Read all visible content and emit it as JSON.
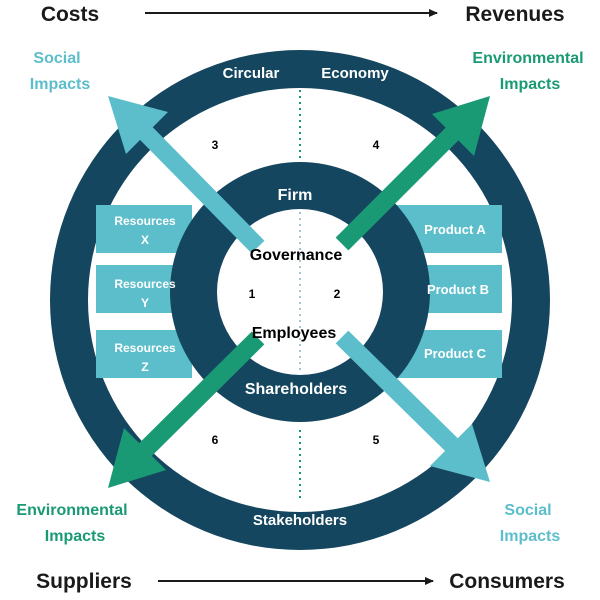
{
  "colors": {
    "navy": "#15465f",
    "light_teal": "#5cbecb",
    "green": "#1a9a74",
    "white": "#ffffff",
    "text_dark": "#1a1a1a"
  },
  "top_flow": {
    "left": "Costs",
    "right": "Revenues"
  },
  "bottom_flow": {
    "left": "Suppliers",
    "right": "Consumers"
  },
  "outer_ring": {
    "top_left": "Circular",
    "top_right": "Economy",
    "bottom": "Stakeholders"
  },
  "corner_labels": {
    "top_left": {
      "line1": "Social",
      "line2": "Impacts"
    },
    "top_right": {
      "line1": "Environmental",
      "line2": "Impacts"
    },
    "bottom_left": {
      "line1": "Environmental",
      "line2": "Impacts"
    },
    "bottom_right": {
      "line1": "Social",
      "line2": "Impacts"
    }
  },
  "resources": [
    {
      "line1": "Resources",
      "line2": "X"
    },
    {
      "line1": "Resources",
      "line2": "Y"
    },
    {
      "line1": "Resources",
      "line2": "Z"
    }
  ],
  "products": [
    "Product A",
    "Product B",
    "Product C"
  ],
  "inner_ring": {
    "top": "Firm",
    "bottom": "Shareholders"
  },
  "core": {
    "top": "Governance",
    "bottom": "Employees"
  },
  "quadrant_numbers": {
    "q1": "1",
    "q2": "2",
    "q3": "3",
    "q4": "4",
    "q5": "5",
    "q6": "6"
  },
  "icons": {
    "flow_arrow": "right-arrow-icon",
    "diagonal_arrow": "diagonal-arrow-icon"
  }
}
